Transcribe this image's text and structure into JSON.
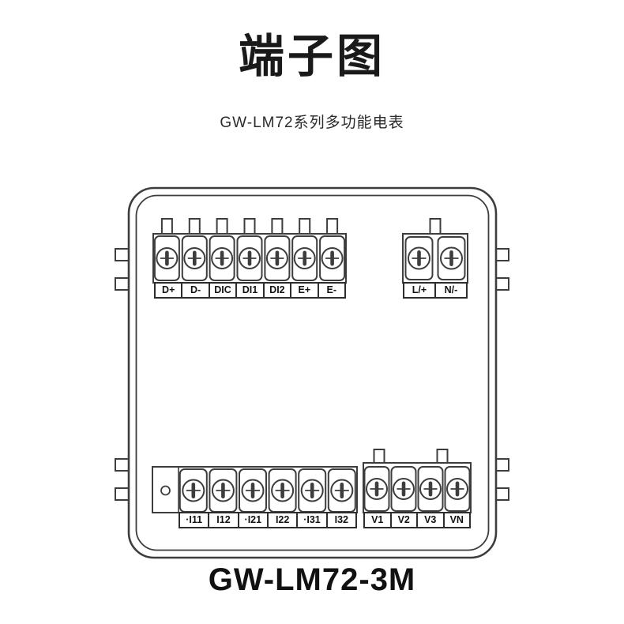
{
  "header": {
    "title": "端子图",
    "subtitle": "GW-LM72系列多功能电表"
  },
  "diagram": {
    "terminals": {
      "top_left": [
        "D+",
        "D-",
        "DIC",
        "DI1",
        "DI2",
        "E+",
        "E-"
      ],
      "top_right": [
        "L/+",
        "N/-"
      ],
      "bottom_left": [
        "·I11",
        "I12",
        "·I21",
        "I22",
        "·I31",
        "I32"
      ],
      "bottom_right": [
        "V1",
        "V2",
        "V3",
        "VN"
      ]
    }
  },
  "footer": {
    "model": "GW-LM72-3M"
  },
  "colors": {
    "line": "#3d3d3d",
    "text": "#1a1a1a"
  }
}
